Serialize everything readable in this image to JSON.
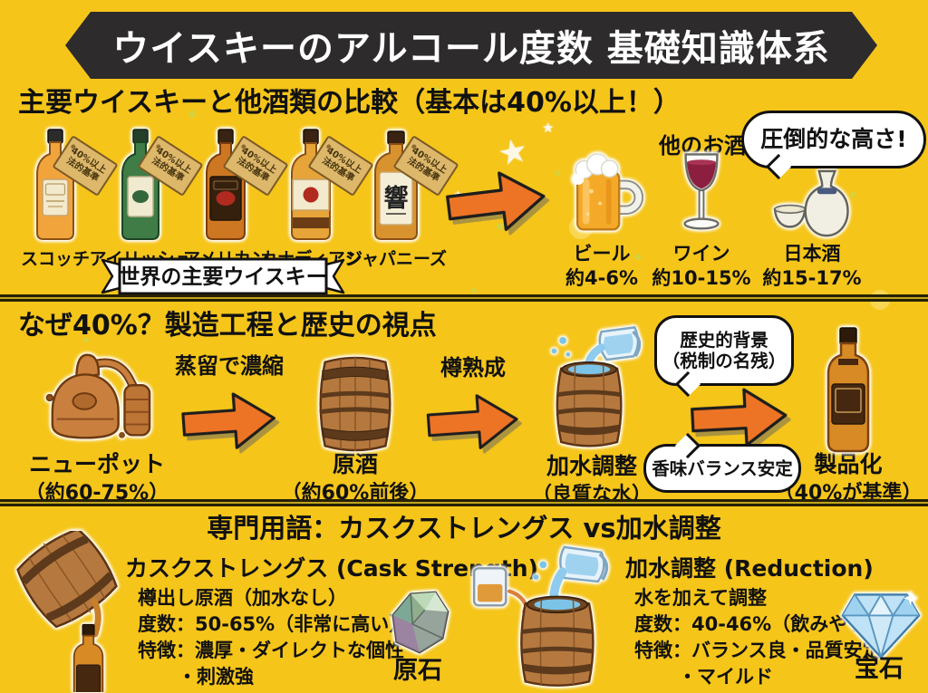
{
  "colors": {
    "background": "#f5c51a",
    "banner": "#2d2b2c",
    "arrow_orange": "#ee7425",
    "tag_tan": "#ddb76a",
    "bubble_white": "#ffffff"
  },
  "title": "ウイスキーのアルコール度数 基礎知識体系",
  "section1": {
    "heading": "主要ウイスキーと他酒類の比較（基本は40%以上！）",
    "tag": {
      "line1": "40%以上",
      "line2": "法的基準"
    },
    "whiskies": [
      {
        "name": "スコッチ"
      },
      {
        "name": "アイリッシュ"
      },
      {
        "name": "アメリカン"
      },
      {
        "name": "カナディアン"
      },
      {
        "name": "ジャパニーズ",
        "label_char": "響"
      }
    ],
    "ribbon": "世界の主要ウイスキー",
    "other_drinks_label": "他のお酒",
    "bubble": "圧倒的な高さ!",
    "drinks": [
      {
        "name": "ビール",
        "abv": "約4-6%"
      },
      {
        "name": "ワイン",
        "abv": "約10-15%"
      },
      {
        "name": "日本酒",
        "abv": "約15-17%"
      }
    ]
  },
  "section2": {
    "heading": "なぜ40%？製造工程と歴史の視点",
    "step1": {
      "name": "ニューポット",
      "note": "（約60-75%）"
    },
    "arrow1_label": "蒸留で濃縮",
    "step2": {
      "name": "原酒",
      "note": "（約60%前後）"
    },
    "arrow2_label": "樽熟成",
    "step3": {
      "name": "加水調整",
      "note": "（良質な水）"
    },
    "bubble_history_line1": "歴史的背景",
    "bubble_history_line2": "（税制の名残）",
    "bubble_balance": "香味バランス安定",
    "step4": {
      "name": "製品化",
      "note": "（40%が基準）"
    }
  },
  "section3": {
    "heading": "専門用語：カスクストレングス vs加水調整",
    "cask": {
      "title": "カスクストレングス (Cask Strength)",
      "line1": "樽出し原酒（加水なし）",
      "line2": "度数：50-65%（非常に高い）",
      "line3": "特徴：濃厚・ダイレクトな個性",
      "line4": "・刺激強",
      "metaphor": "原石"
    },
    "reduction": {
      "title": "加水調整 (Reduction)",
      "line1": "水を加えて調整",
      "line2": "度数：40-46%（飲みやすい）",
      "line3": "特徴：バランス良・品質安定",
      "line4": "・マイルド",
      "metaphor": "宝石"
    }
  }
}
